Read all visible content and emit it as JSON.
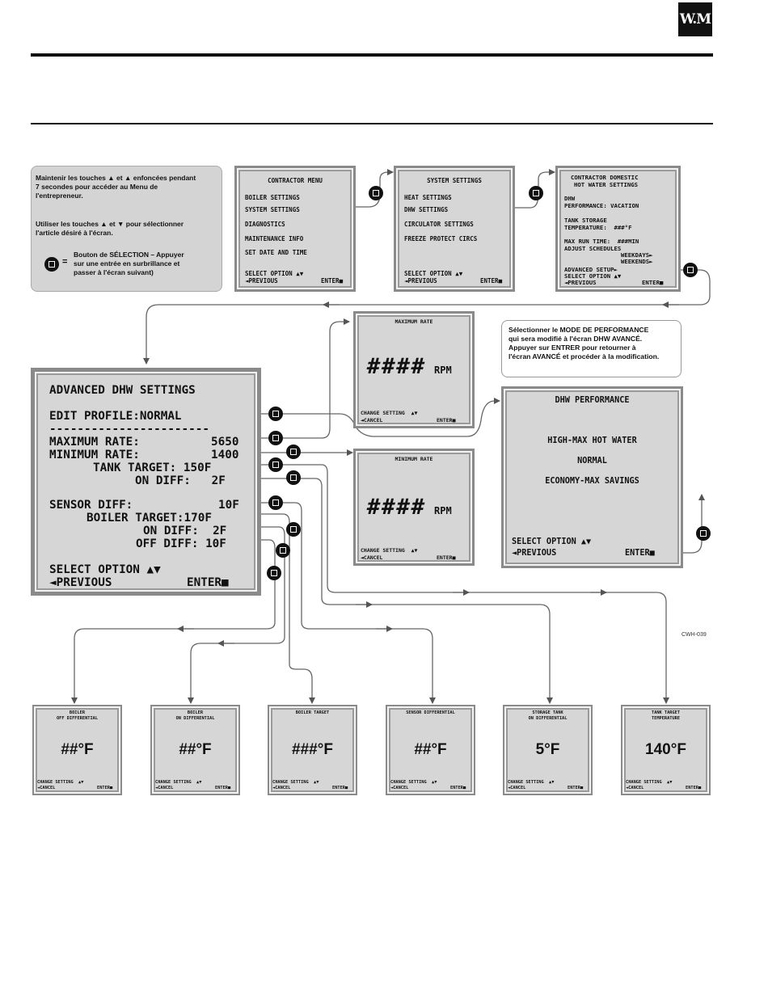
{
  "logo": {
    "text": "W.M"
  },
  "instructions": {
    "line1": "Maintenir les touches ▲ et ▲ enfoncées pendant",
    "line2": "7 secondes pour accéder au Menu de",
    "line3": "l'entrepreneur.",
    "line4": "Utiliser les touches ▲ et ▼ pour sélectionner",
    "line5": "l'article désiré à l'écran.",
    "btn_eq": "=",
    "btn_line1": "Bouton de SÉLECTION – Appuyer",
    "btn_line2": "sur une entrée en surbrillance et",
    "btn_line3": "passer à l'écran suivant)"
  },
  "contractor_menu": {
    "title": "CONTRACTOR MENU",
    "items": [
      "BOILER SETTINGS",
      "SYSTEM SETTINGS",
      "DIAGNOSTICS",
      "MAINTENANCE INFO",
      "SET DATE AND TIME"
    ],
    "select": "SELECT OPTION ▲▼",
    "previous": "◄PREVIOUS",
    "enter": "ENTER■"
  },
  "system_settings": {
    "title": "SYSTEM SETTINGS",
    "items": [
      "HEAT SETTINGS",
      "DHW SETTINGS",
      "CIRCULATOR SETTINGS",
      "FREEZE PROTECT CIRCS"
    ],
    "select": "SELECT OPTION ▲▼",
    "previous": "◄PREVIOUS",
    "enter": "ENTER■"
  },
  "contractor_dhw": {
    "title1": "CONTRACTOR DOMESTIC",
    "title2": "HOT WATER SETTINGS",
    "dhw": "DHW",
    "performance": "PERFORMANCE: VACATION",
    "tank1": "TANK STORAGE",
    "tank2": "TEMPERATURE:  ###°F",
    "maxrun": "MAX RUN TIME:  ###MIN",
    "adjust": "ADJUST SCHEDULES",
    "weekdays": "WEEKDAYS►",
    "weekends": "WEEKENDS►",
    "advanced": "ADVANCED SETUP►",
    "select": "SELECT OPTION ▲▼",
    "previous": "◄PREVIOUS",
    "enter": "ENTER■"
  },
  "advanced_dhw": {
    "title": "ADVANCED DHW SETTINGS",
    "edit_profile": "EDIT PROFILE:NORMAL",
    "dashes": "-----------------------",
    "max_rate_label": "MAXIMUM RATE:",
    "max_rate_value": "5650",
    "min_rate_label": "MINIMUM RATE:",
    "min_rate_value": "1400",
    "tank_target": "TANK TARGET: 150F",
    "on_diff1": "ON DIFF:   2F",
    "sensor_diff_label": "SENSOR DIFF:",
    "sensor_diff_value": "10F",
    "boiler_target": "BOILER TARGET:170F",
    "on_diff2": "ON DIFF:  2F",
    "off_diff": "OFF DIFF: 10F",
    "select": "SELECT OPTION ▲▼",
    "previous": "◄PREVIOUS",
    "enter": "ENTER■"
  },
  "maximum_rate": {
    "title": "MAXIMUM RATE",
    "value": "####",
    "unit": "RPM",
    "change": "CHANGE SETTING  ▲▼",
    "cancel": "◄CANCEL",
    "enter": "ENTER■"
  },
  "minimum_rate": {
    "title": "MINIMUM RATE",
    "value": "####",
    "unit": "RPM",
    "change": "CHANGE SETTING  ▲▼",
    "cancel": "◄CANCEL",
    "enter": "ENTER■"
  },
  "performance_note": {
    "line1": "Sélectionner le MODE DE PERFORMANCE",
    "line2": "qui sera modifié à l'écran DHW AVANCÉ.",
    "line3": "Appuyer sur ENTRER pour retourner à",
    "line4": "l'écran AVANCÉ et procéder à la modification."
  },
  "dhw_performance": {
    "title": "DHW PERFORMANCE",
    "options": [
      "HIGH-MAX HOT WATER",
      "NORMAL",
      "ECONOMY-MAX SAVINGS"
    ],
    "select": "SELECT OPTION ▲▼",
    "previous": "◄PREVIOUS",
    "enter": "ENTER■"
  },
  "figure_code": "CWH-039",
  "bottom_screens": [
    {
      "title1": "BOILER",
      "title2": "OFF DIFFERENTIAL",
      "value": "##°F",
      "change": "CHANGE SETTING  ▲▼",
      "cancel": "◄CANCEL",
      "enter": "ENTER■"
    },
    {
      "title1": "BOILER",
      "title2": "ON DIFFERENTIAL",
      "value": "##°F",
      "change": "CHANGE SETTING  ▲▼",
      "cancel": "◄CANCEL",
      "enter": "ENTER■"
    },
    {
      "title1": "BOILER TARGET",
      "title2": "",
      "value": "###°F",
      "change": "CHANGE SETTING  ▲▼",
      "cancel": "◄CANCEL",
      "enter": "ENTER■"
    },
    {
      "title1": "SENSOR DIFFERENTIAL",
      "title2": "",
      "value": "##°F",
      "change": "CHANGE SETTING  ▲▼",
      "cancel": "◄CANCEL",
      "enter": "ENTER■"
    },
    {
      "title1": "STORAGE TANK",
      "title2": "ON DIFFERENTIAL",
      "value": "5°F",
      "change": "CHANGE SETTING  ▲▼",
      "cancel": "◄CANCEL",
      "enter": "ENTER■"
    },
    {
      "title1": "TANK TARGET",
      "title2": "TEMPERATURE",
      "value": "140°F",
      "change": "CHANGE SETTING  ▲▼",
      "cancel": "◄CANCEL",
      "enter": "ENTER■"
    }
  ]
}
